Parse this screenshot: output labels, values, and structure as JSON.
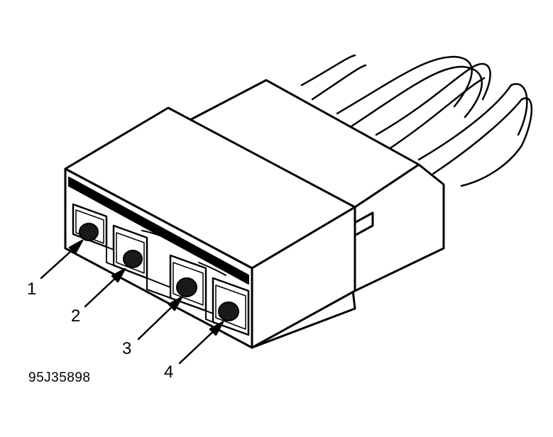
{
  "diagram": {
    "pin_labels": [
      "1",
      "2",
      "3",
      "4"
    ],
    "figure_code": "95J35898"
  },
  "colors": {
    "ink": "#000000",
    "paper": "#ffffff",
    "pin": "#1a1a1a"
  }
}
